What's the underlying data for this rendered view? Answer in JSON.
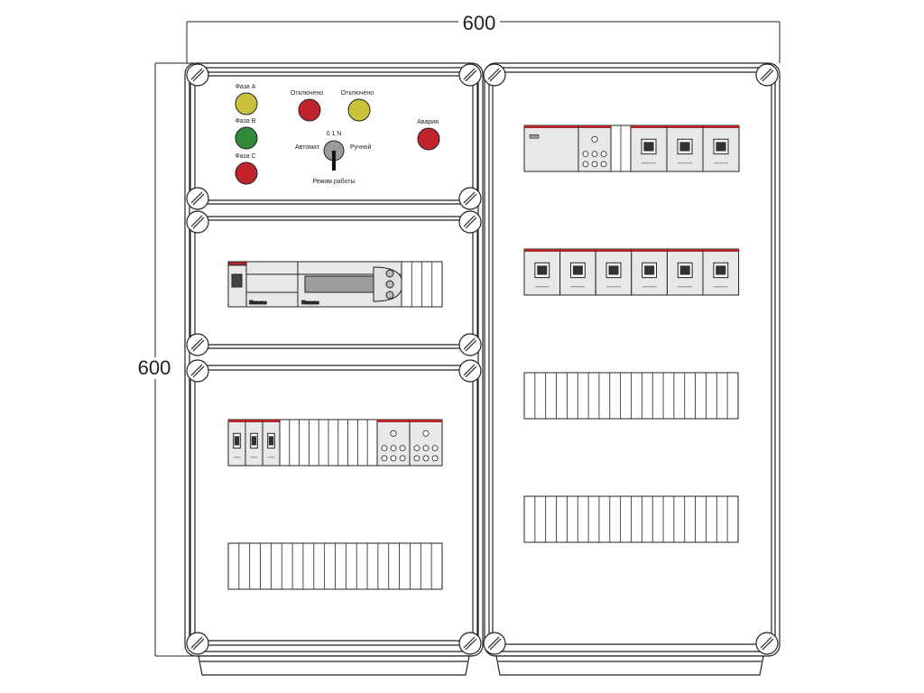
{
  "dimensions": {
    "width_label": "600",
    "height_label": "600"
  },
  "control_panel": {
    "lamps": [
      {
        "label": "Фаза A",
        "color": "#c9c23a"
      },
      {
        "label": "Фаза B",
        "color": "#2f8b3a"
      },
      {
        "label": "Фаза C",
        "color": "#c0242a"
      }
    ],
    "indicator_off": {
      "label": "Отключено",
      "color": "#c0242a"
    },
    "indicator_on": {
      "label": "Отключено",
      "color": "#c9c23a"
    },
    "alarm": {
      "label": "Авария",
      "color": "#c0242a"
    },
    "switch": {
      "top_label": "0 1 N",
      "left_label": "Автомат",
      "right_label": "Ручной",
      "bottom_label": "Режим работы"
    }
  },
  "controller_panel": {
    "module_label_left": "Siemens",
    "module_label_right": "Siemens"
  },
  "colors": {
    "stroke": "#222222",
    "cabinet_fill": "#ffffff",
    "module_fill": "#e8e8e8",
    "module_top": "#b02a2a",
    "din_fill": "#ffffff"
  }
}
